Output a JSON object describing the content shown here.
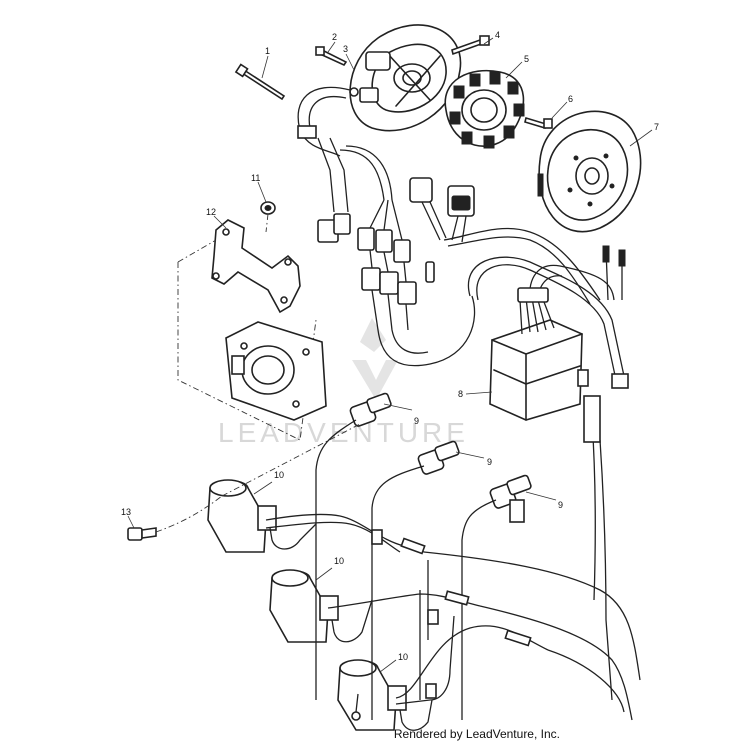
{
  "watermark": "LEADVENTURE",
  "credit": "Rendered by LeadVenture, Inc.",
  "callouts": {
    "c1": "1",
    "c2": "2",
    "c3": "3",
    "c4": "4",
    "c5": "5",
    "c6": "6",
    "c7": "7",
    "c8": "8",
    "c9a": "9",
    "c9b": "9",
    "c9c": "9",
    "c10a": "10",
    "c10b": "10",
    "c10c": "10",
    "c11": "11",
    "c12": "12",
    "c13": "13"
  }
}
